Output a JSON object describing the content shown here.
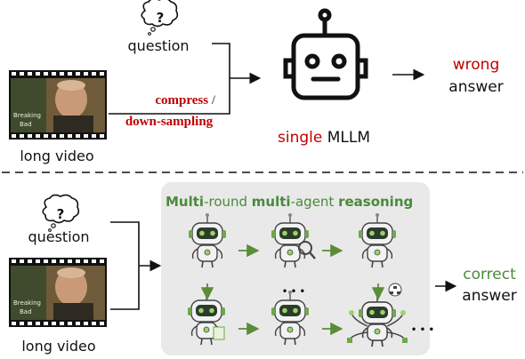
{
  "top": {
    "question": "question",
    "video_label": "long video",
    "video_text": [
      "Breaking",
      "Bad"
    ],
    "compress": "compress",
    "compress_sep": " /",
    "downsampling": "down-sampling",
    "model_prefix": "single",
    "model_suffix": " MLLM",
    "result_top": "wrong",
    "result_bottom": "answer"
  },
  "bottom": {
    "question": "question",
    "video_label": "long video",
    "video_text": [
      "Breaking",
      "Bad"
    ],
    "panel_title": [
      {
        "text": "Multi",
        "color": "#4a8a3c",
        "bold": true
      },
      {
        "text": "-round ",
        "color": "#4a8a3c",
        "bold": false
      },
      {
        "text": "multi",
        "color": "#4a8a3c",
        "bold": true
      },
      {
        "text": "-agent ",
        "color": "#4a8a3c",
        "bold": false
      },
      {
        "text": "reasoning",
        "color": "#4a8a3c",
        "bold": true
      }
    ],
    "ellipsis_top": "• • •",
    "ellipsis_right": "• • •",
    "result_top": "correct",
    "result_bottom": "answer"
  },
  "colors": {
    "red": "#c00000",
    "green": "#4a8a3c",
    "panel": "#e9e9e9",
    "arrow_green": "#5a8c3a"
  }
}
